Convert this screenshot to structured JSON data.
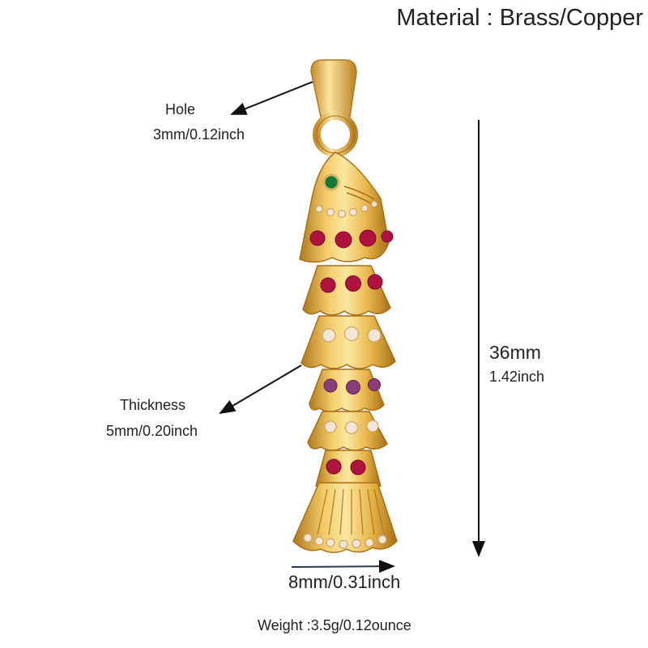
{
  "material": "Material : Brass/Copper",
  "hole": {
    "title": "Hole",
    "size": "3mm/0.12inch"
  },
  "thickness": {
    "title": "Thickness",
    "size": "5mm/0.20inch"
  },
  "length": {
    "mm": "36mm",
    "inch": "1.42inch"
  },
  "width": {
    "label": "8mm/0.31inch"
  },
  "weight": "Weight :3.5g/0.12ounce",
  "colors": {
    "gold": "#e8b54a",
    "gold_light": "#fbe7a0",
    "gold_dark": "#b07a1f",
    "ruby": "#b0123f",
    "amethyst": "#8a3e78",
    "emerald": "#0d7a3a",
    "clear_stone": "#f3e6d6"
  },
  "product": {
    "icon": "fish-pendant-icon"
  }
}
